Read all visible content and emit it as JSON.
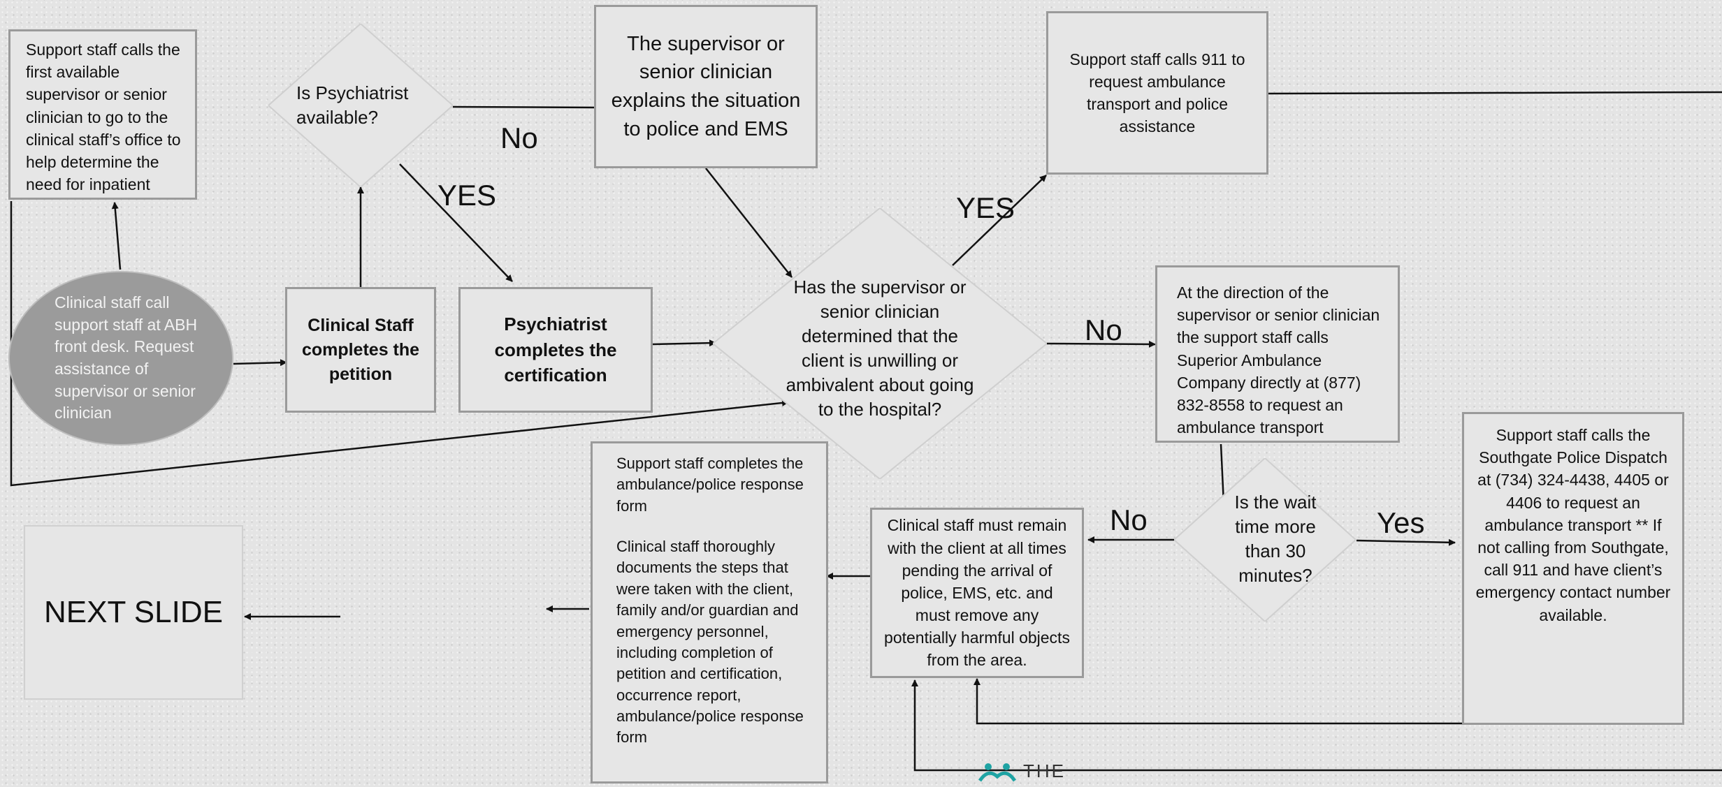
{
  "nodes": {
    "start_ellipse": "Clinical staff call support staff at ABH front desk. Request assistance of supervisor or senior clinician",
    "support_calls_supervisor": "Support staff calls the first available supervisor or senior clinician to go to the clinical staff’s office to help determine the need for inpatient",
    "is_psychiatrist_available": "Is Psychiatrist available?",
    "clinical_staff_petition": "Clinical Staff completes the petition",
    "psychiatrist_certification": "Psychiatrist completes the certification",
    "supervisor_explains": "The supervisor or senior clinician explains the situation to police and EMS",
    "has_supervisor_determined": "Has the supervisor or senior clinician determined that the client is unwilling or ambivalent about going to the hospital?",
    "calls_911": "Support staff calls 911 to request ambulance transport and police assistance",
    "superior_ambulance": "At the direction of the supervisor or senior clinician the support staff calls Superior Ambulance Company directly at (877) 832-8558 to request an ambulance transport",
    "is_wait_time_more": "Is the wait time more than 30 minutes?",
    "southgate_police": "Support staff calls the Southgate Police Dispatch at (734) 324-4438, 4405 or 4406 to request an ambulance transport ** If not calling from Southgate, call 911 and have client’s emergency contact number available.",
    "clinical_remain": "Clinical staff must remain with the client at all times pending the arrival of police, EMS, etc. and must remove any potentially harmful objects from the area.",
    "completes_form_p1": "Support staff completes the ambulance/police response form",
    "completes_form_p2": "Clinical staff thoroughly documents the steps that were taken with the client, family and/or guardian and emergency personnel, including completion of petition and certification, occurrence report, ambulance/police response form",
    "next_slide": "NEXT SLIDE"
  },
  "edge_labels": {
    "psychiatrist_no": "No",
    "psychiatrist_yes": "YES",
    "determined_yes": "YES",
    "determined_no": "No",
    "wait_no": "No",
    "wait_yes": "Yes"
  },
  "logo": {
    "text": "THE",
    "icon": "people-logo-icon"
  },
  "colors": {
    "box_fill": "#e6e6e6",
    "box_border": "#9a9a9a",
    "ellipse_fill": "#9b9b9b",
    "logo_accent": "#1fa3a3"
  }
}
